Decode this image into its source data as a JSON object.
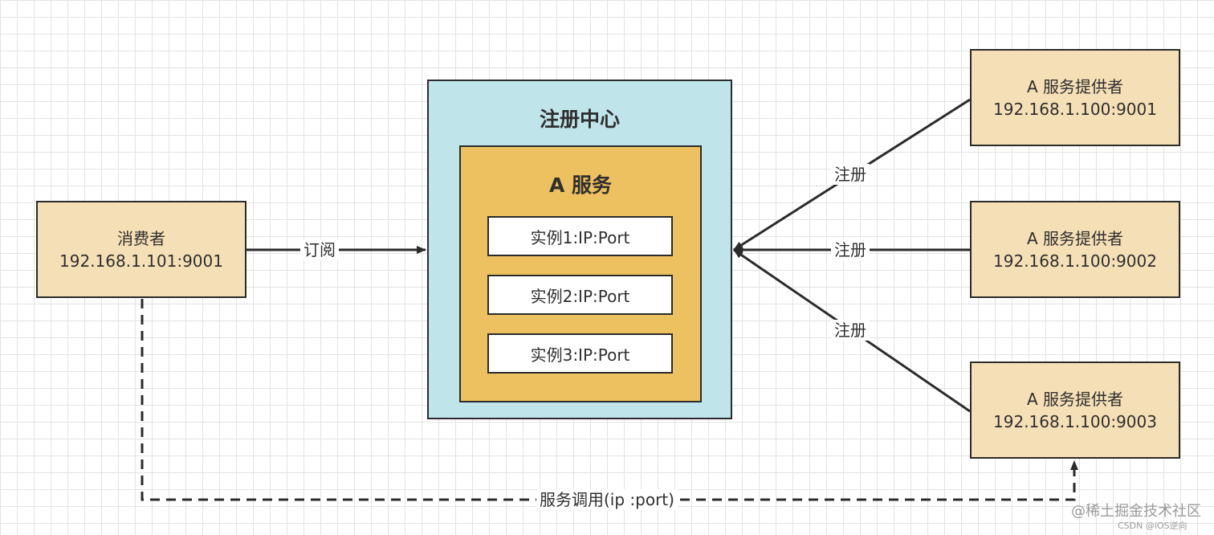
{
  "consumer": {
    "name": "消费者",
    "address": "192.168.1.101:9001"
  },
  "registry": {
    "title": "注册中心",
    "service": {
      "title": "A 服务",
      "instances": [
        "实例1:IP:Port",
        "实例2:IP:Port",
        "实例3:IP:Port"
      ]
    }
  },
  "providers": [
    {
      "name": "A 服务提供者",
      "address": "192.168.1.100:9001"
    },
    {
      "name": "A 服务提供者",
      "address": "192.168.1.100:9002"
    },
    {
      "name": "A 服务提供者",
      "address": "192.168.1.100:9003"
    }
  ],
  "edges": {
    "subscribe": "订阅",
    "register": [
      "注册",
      "注册",
      "注册"
    ],
    "invoke": "服务调用(ip :port)"
  },
  "watermark": {
    "main": "@稀土掘金技术社区",
    "sub": "CSDN @iOS逆向"
  },
  "colors": {
    "consumer_provider_fill": "#f5dfb6",
    "registry_fill": "#bfe5eb",
    "service_fill": "#edc15f",
    "instance_fill": "#ffffff",
    "line": "#2b2b2b"
  }
}
